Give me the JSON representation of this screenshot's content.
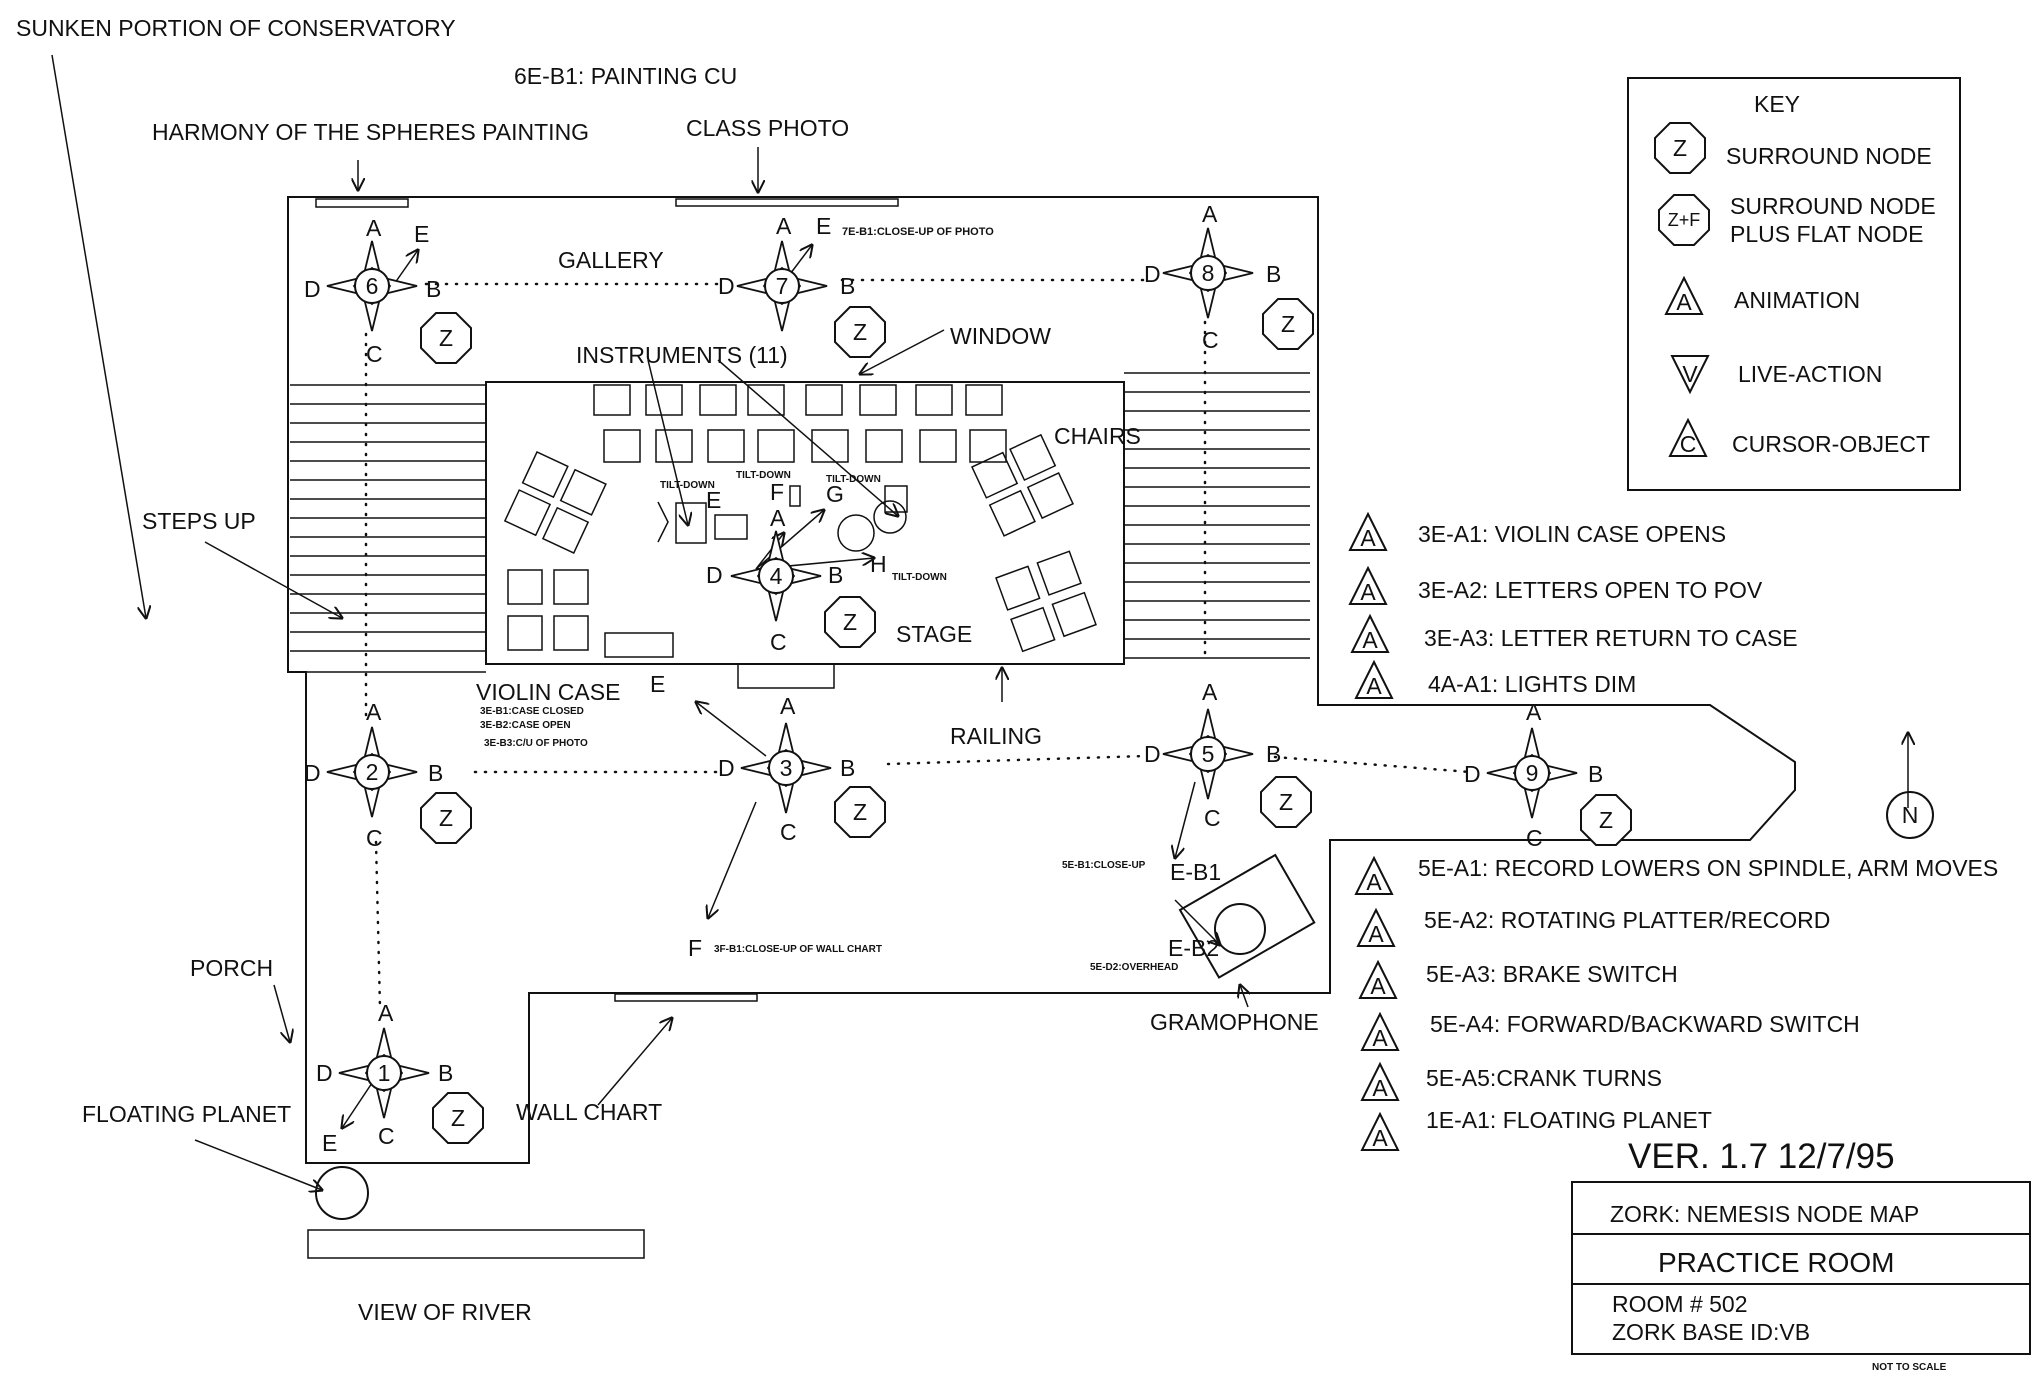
{
  "labels": {
    "sunken": "SUNKEN PORTION OF CONSERVATORY",
    "painting_cu": "6E-B1: PAINTING CU",
    "harmony": "HARMONY OF THE SPHERES PAINTING",
    "class_photo": "CLASS PHOTO",
    "gallery": "GALLERY",
    "photo_cu": "7E-B1:CLOSE-UP OF PHOTO",
    "window": "WINDOW",
    "instruments": "INSTRUMENTS (11)",
    "chairs": "CHAIRS",
    "steps_up": "STEPS UP",
    "tilt_down": "TILT-DOWN",
    "stage": "STAGE",
    "violin_case": "VIOLIN CASE",
    "case_closed": "3E-B1:CASE CLOSED",
    "case_open": "3E-B2:CASE OPEN",
    "photo_cu_3": "3E-B3:C/U OF PHOTO",
    "railing": "RAILING",
    "wall_chart_cu": "3F-B1:CLOSE-UP OF WALL CHART",
    "close_up_5": "5E-B1:CLOSE-UP",
    "overhead_5": "5E-D2:OVERHEAD",
    "gramophone": "GRAMOPHONE",
    "porch": "PORCH",
    "floating_planet": "FLOATING PLANET",
    "wall_chart": "WALL CHART",
    "view_of_river": "VIEW OF RIVER",
    "north": "N",
    "surround": "Z",
    "e_b1": "E-B1",
    "e_b2": "E-B2",
    "dir_a": "A",
    "dir_b": "B",
    "dir_c": "C",
    "dir_d": "D",
    "dir_e": "E",
    "pt_f": "F",
    "pt_g": "G",
    "pt_h": "H"
  },
  "nodes": [
    {
      "id": "1"
    },
    {
      "id": "2"
    },
    {
      "id": "3"
    },
    {
      "id": "4"
    },
    {
      "id": "5"
    },
    {
      "id": "6"
    },
    {
      "id": "7"
    },
    {
      "id": "8"
    },
    {
      "id": "9"
    }
  ],
  "key": {
    "title": "KEY",
    "items": [
      {
        "symbol": "Z",
        "label1": "SURROUND NODE",
        "label2": ""
      },
      {
        "symbol": "Z+F",
        "label1": "SURROUND NODE",
        "label2": "PLUS FLAT NODE"
      },
      {
        "symbol": "A",
        "label1": "ANIMATION",
        "label2": ""
      },
      {
        "symbol": "V",
        "label1": "LIVE-ACTION",
        "label2": ""
      },
      {
        "symbol": "C",
        "label1": "CURSOR-OBJECT",
        "label2": ""
      }
    ]
  },
  "animations_top": [
    {
      "symbol": "A",
      "text": "3E-A1: VIOLIN CASE OPENS"
    },
    {
      "symbol": "A",
      "text": "3E-A2: LETTERS OPEN TO POV"
    },
    {
      "symbol": "A",
      "text": "3E-A3: LETTER RETURN TO CASE"
    },
    {
      "symbol": "A",
      "text": "4A-A1: LIGHTS DIM"
    }
  ],
  "animations_bottom": [
    {
      "symbol": "A",
      "text": "5E-A1: RECORD LOWERS ON SPINDLE, ARM MOVES"
    },
    {
      "symbol": "A",
      "text": "5E-A2: ROTATING PLATTER/RECORD"
    },
    {
      "symbol": "A",
      "text": "5E-A3: BRAKE SWITCH"
    },
    {
      "symbol": "A",
      "text": "5E-A4: FORWARD/BACKWARD SWITCH"
    },
    {
      "symbol": "A",
      "text": "5E-A5:CRANK TURNS"
    },
    {
      "symbol": "A",
      "text": "1E-A1: FLOATING PLANET"
    }
  ],
  "version": "VER. 1.7   12/7/95",
  "title_block": {
    "title": "ZORK: NEMESIS NODE MAP",
    "room_name": "PRACTICE ROOM",
    "room_number": "ROOM # 502",
    "base_id": "ZORK BASE ID:VB"
  },
  "not_to_scale": "NOT TO SCALE"
}
